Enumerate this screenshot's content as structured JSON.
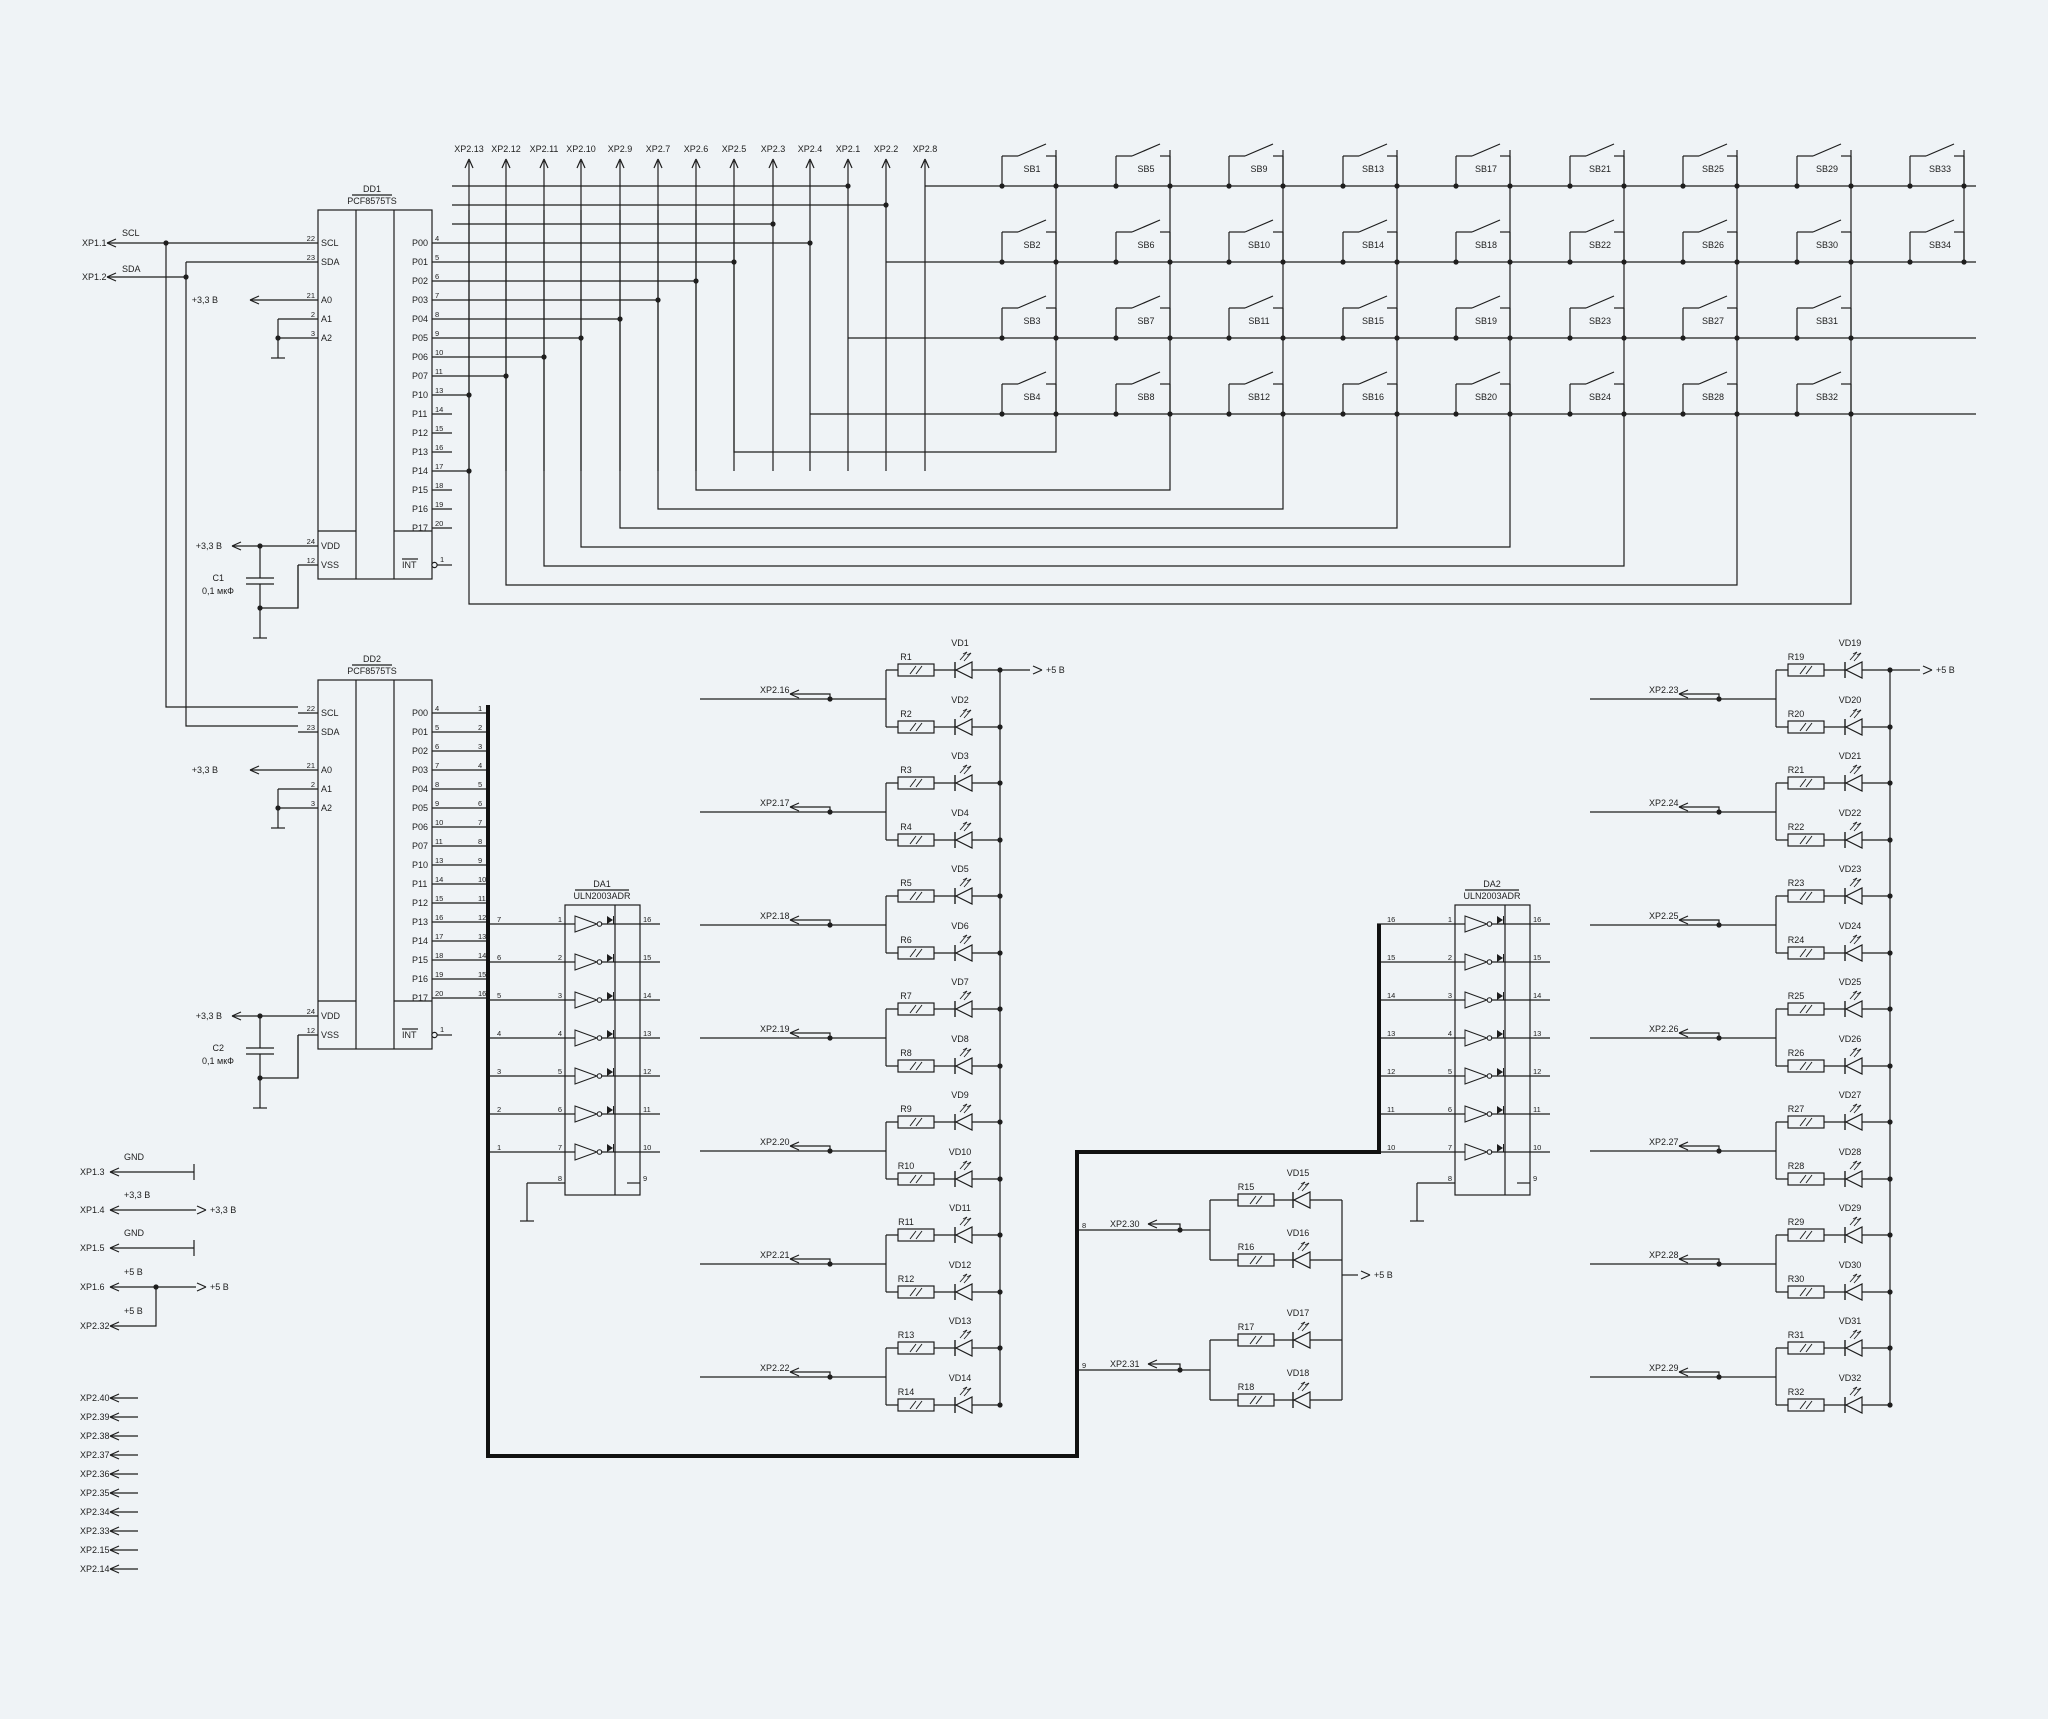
{
  "dd1": {
    "ref": "DD1",
    "part": "PCF8575TS"
  },
  "dd2": {
    "ref": "DD2",
    "part": "PCF8575TS"
  },
  "da1": {
    "ref": "DA1",
    "part": "ULN2003ADR"
  },
  "da2": {
    "ref": "DA2",
    "part": "ULN2003ADR"
  },
  "left_pins": [
    {
      "name": "SCL",
      "num": "22"
    },
    {
      "name": "SDA",
      "num": "23"
    },
    {
      "name": "A0",
      "num": "21"
    },
    {
      "name": "A1",
      "num": "2"
    },
    {
      "name": "A2",
      "num": "3"
    },
    {
      "name": "VDD",
      "num": "24"
    },
    {
      "name": "VSS",
      "num": "12"
    }
  ],
  "port_pins": [
    {
      "name": "P00",
      "num": "4"
    },
    {
      "name": "P01",
      "num": "5"
    },
    {
      "name": "P02",
      "num": "6"
    },
    {
      "name": "P03",
      "num": "7"
    },
    {
      "name": "P04",
      "num": "8"
    },
    {
      "name": "P05",
      "num": "9"
    },
    {
      "name": "P06",
      "num": "10"
    },
    {
      "name": "P07",
      "num": "11"
    },
    {
      "name": "P10",
      "num": "13"
    },
    {
      "name": "P11",
      "num": "14"
    },
    {
      "name": "P12",
      "num": "15"
    },
    {
      "name": "P13",
      "num": "16"
    },
    {
      "name": "P14",
      "num": "17"
    },
    {
      "name": "P15",
      "num": "18"
    },
    {
      "name": "P16",
      "num": "19"
    },
    {
      "name": "P17",
      "num": "20"
    }
  ],
  "int_pin": {
    "name": "INT",
    "num": "1"
  },
  "bus_numbers": [
    "1",
    "2",
    "3",
    "4",
    "5",
    "6",
    "7",
    "8",
    "9",
    "10",
    "11",
    "12",
    "13",
    "14",
    "15",
    "16"
  ],
  "uln_in": [
    "1",
    "2",
    "3",
    "4",
    "5",
    "6",
    "7"
  ],
  "uln_out": [
    "16",
    "15",
    "14",
    "13",
    "12",
    "11",
    "10"
  ],
  "uln_gnd": "8",
  "uln_com": "9",
  "da1_bus_labels": [
    "7",
    "6",
    "5",
    "4",
    "3",
    "2",
    "1"
  ],
  "da2_bus_labels": [
    "16",
    "15",
    "14",
    "13",
    "12",
    "11",
    "10"
  ],
  "top_connectors": [
    "XP2.13",
    "XP2.12",
    "XP2.11",
    "XP2.10",
    "XP2.9",
    "XP2.7",
    "XP2.6",
    "XP2.5",
    "XP2.3",
    "XP2.4",
    "XP2.1",
    "XP2.2",
    "XP2.8"
  ],
  "switches": [
    [
      "SB1",
      "SB5",
      "SB9",
      "SB13",
      "SB17",
      "SB21",
      "SB25",
      "SB29",
      "SB33"
    ],
    [
      "SB2",
      "SB6",
      "SB10",
      "SB14",
      "SB18",
      "SB22",
      "SB26",
      "SB30",
      "SB34"
    ],
    [
      "SB3",
      "SB7",
      "SB11",
      "SB15",
      "SB19",
      "SB23",
      "SB27",
      "SB31"
    ],
    [
      "SB4",
      "SB8",
      "SB12",
      "SB16",
      "SB20",
      "SB24",
      "SB28",
      "SB32"
    ]
  ],
  "nets": {
    "xp1_1": "XP1.1",
    "xp1_2": "XP1.2",
    "scl": "SCL",
    "sda": "SDA",
    "v33": "+3,3 В",
    "v5": "+5 В",
    "gnd": "GND"
  },
  "caps": [
    {
      "ref": "C1",
      "value": "0,1 мкФ"
    },
    {
      "ref": "C2",
      "value": "0,1 мкФ"
    }
  ],
  "power_conns": [
    {
      "conn": "XP1.3",
      "label": "GND"
    },
    {
      "conn": "XP1.4",
      "label": "+3,3 В",
      "target": "+3,3 В"
    },
    {
      "conn": "XP1.5",
      "label": "GND"
    },
    {
      "conn": "XP1.6",
      "label": "+5 В",
      "target": "+5 В"
    },
    {
      "conn": "XP2.32",
      "label": "+5 В"
    }
  ],
  "unused_conns": [
    "XP2.40",
    "XP2.39",
    "XP2.38",
    "XP2.37",
    "XP2.36",
    "XP2.35",
    "XP2.34",
    "XP2.33",
    "XP2.15",
    "XP2.14"
  ],
  "led_blocks": [
    {
      "conns": [
        "XP2.16",
        "XP2.17",
        "XP2.18",
        "XP2.19",
        "XP2.20",
        "XP2.21",
        "XP2.22"
      ],
      "r": [
        "R1",
        "R2",
        "R3",
        "R4",
        "R5",
        "R6",
        "R7",
        "R8",
        "R9",
        "R10",
        "R11",
        "R12",
        "R13",
        "R14"
      ],
      "vd": [
        "VD1",
        "VD2",
        "VD3",
        "VD4",
        "VD5",
        "VD6",
        "VD7",
        "VD8",
        "VD9",
        "VD10",
        "VD11",
        "VD12",
        "VD13",
        "VD14"
      ],
      "supply": "+5 В"
    },
    {
      "conns": [
        "XP2.23",
        "XP2.24",
        "XP2.25",
        "XP2.26",
        "XP2.27",
        "XP2.28",
        "XP2.29"
      ],
      "r": [
        "R19",
        "R20",
        "R21",
        "R22",
        "R23",
        "R24",
        "R25",
        "R26",
        "R27",
        "R28",
        "R29",
        "R30",
        "R31",
        "R32"
      ],
      "vd": [
        "VD19",
        "VD20",
        "VD21",
        "VD22",
        "VD23",
        "VD24",
        "VD25",
        "VD26",
        "VD27",
        "VD28",
        "VD29",
        "VD30",
        "VD31",
        "VD32"
      ],
      "supply": "+5 В"
    }
  ],
  "mid_block": {
    "conns": [
      "XP2.30",
      "XP2.31"
    ],
    "bus_nums": [
      "8",
      "9"
    ],
    "r": [
      "R15",
      "R16",
      "R17",
      "R18"
    ],
    "vd": [
      "VD15",
      "VD16",
      "VD17",
      "VD18"
    ],
    "supply": "+5 В"
  }
}
